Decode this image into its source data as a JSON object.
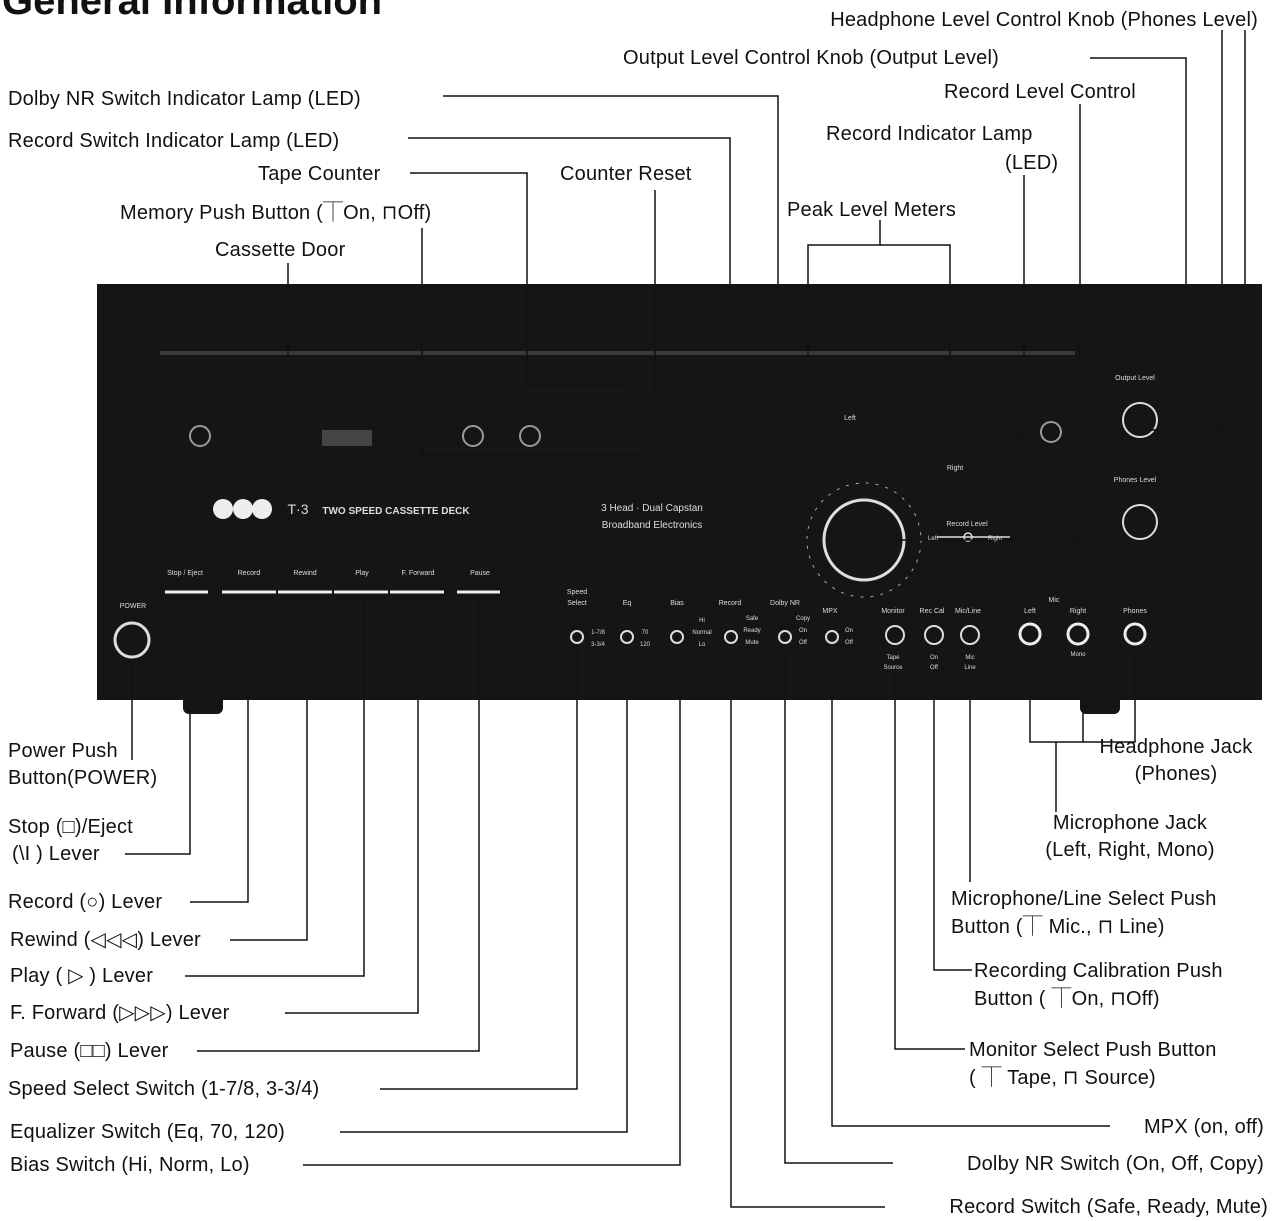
{
  "page_title": "General Information",
  "callouts": {
    "phones_level": "Headphone Level Control Knob (Phones Level)",
    "output_level": "Output Level Control Knob (Output Level)",
    "dolby_led": "Dolby NR Switch Indicator Lamp (LED)",
    "record_level": "Record Level Control",
    "record_switch_led": "Record Switch Indicator Lamp (LED)",
    "record_indicator_1": "Record Indicator Lamp",
    "record_indicator_2": "(LED)",
    "tape_counter": "Tape Counter",
    "counter_reset": "Counter Reset",
    "memory_button": "Memory Push Button (⏉On, ⊓Off)",
    "peak_meters": "Peak Level Meters",
    "cassette_door": "Cassette Door",
    "power_1": "Power Push",
    "power_2": "Button(POWER)",
    "stop_1": "Stop (□)/Eject",
    "stop_2": "(\\I ) Lever",
    "record_lever": "Record (○) Lever",
    "rewind_lever": "Rewind (◁◁◁) Lever",
    "play_lever": "Play ( ▷ ) Lever",
    "ff_lever": "F. Forward (▷▷▷) Lever",
    "pause_lever": "Pause (□□) Lever",
    "speed_select": "Speed Select Switch (1-7/8, 3-3/4)",
    "eq_switch": "Equalizer Switch (Eq, 70, 120)",
    "bias_switch": "Bias Switch (Hi, Norm, Lo)",
    "phones_jack_1": "Headphone Jack",
    "phones_jack_2": "(Phones)",
    "mic_jack_1": "Microphone Jack",
    "mic_jack_2": "(Left, Right, Mono)",
    "mic_line_1": "Microphone/Line Select Push",
    "mic_line_2": "Button (⏉ Mic.,  ⊓ Line)",
    "rec_cal_1": "Recording Calibration Push",
    "rec_cal_2": "Button ( ⏉On,  ⊓Off)",
    "monitor_1": "Monitor Select Push Button",
    "monitor_2": "( ⏉ Tape, ⊓ Source)",
    "mpx": "MPX (on, off)",
    "dolby_switch": "Dolby NR Switch (On, Off, Copy)",
    "record_switch": "Record Switch (Safe, Ready, Mute)"
  },
  "panel": {
    "brand_model": "T·3",
    "model_desc": "TWO SPEED CASSETTE DECK",
    "tagline_1": "3 Head · Dual Capstan",
    "tagline_2": "Broadband Electronics",
    "output_level": "Output Level",
    "phones_level": "Phones Level",
    "record_level": "Record Level",
    "rl_left": "Left",
    "rl_right": "Right",
    "meter_left": "Left",
    "meter_right": "Right",
    "power": "POWER",
    "transport": [
      "Stop / Eject",
      "Record",
      "Rewind",
      "Play",
      "F. Forward",
      "Pause"
    ],
    "speed_select_1": "Speed",
    "speed_select_2": "Select",
    "speed_opts": [
      "1-7/8",
      "3-3/4"
    ],
    "eq": "Eq",
    "eq_opts": [
      "70",
      "120"
    ],
    "bias": "Bias",
    "bias_opts": [
      "Hi",
      "Normal",
      "Lo"
    ],
    "record": "Record",
    "record_opts": [
      "Safe",
      "Ready",
      "Mute"
    ],
    "dolby": "Dolby NR",
    "dolby_opts": [
      "Copy",
      "On",
      "Off"
    ],
    "mpx": "MPX",
    "mpx_opts": [
      "On",
      "Off"
    ],
    "monitor": "Monitor",
    "monitor_opts": [
      "Tape",
      "Source"
    ],
    "rec_cal": "Rec Cal",
    "rec_cal_opts": [
      "On",
      "Off"
    ],
    "mic_line": "Mic/Line",
    "mic_line_opts": [
      "Mic",
      "Line"
    ],
    "mic": "Mic",
    "mic_left": "Left",
    "mic_right": "Right",
    "mono": "Mono",
    "phones": "Phones"
  },
  "colors": {
    "panel": "#151515",
    "panel_text": "#dddddd",
    "line": "#111111"
  }
}
